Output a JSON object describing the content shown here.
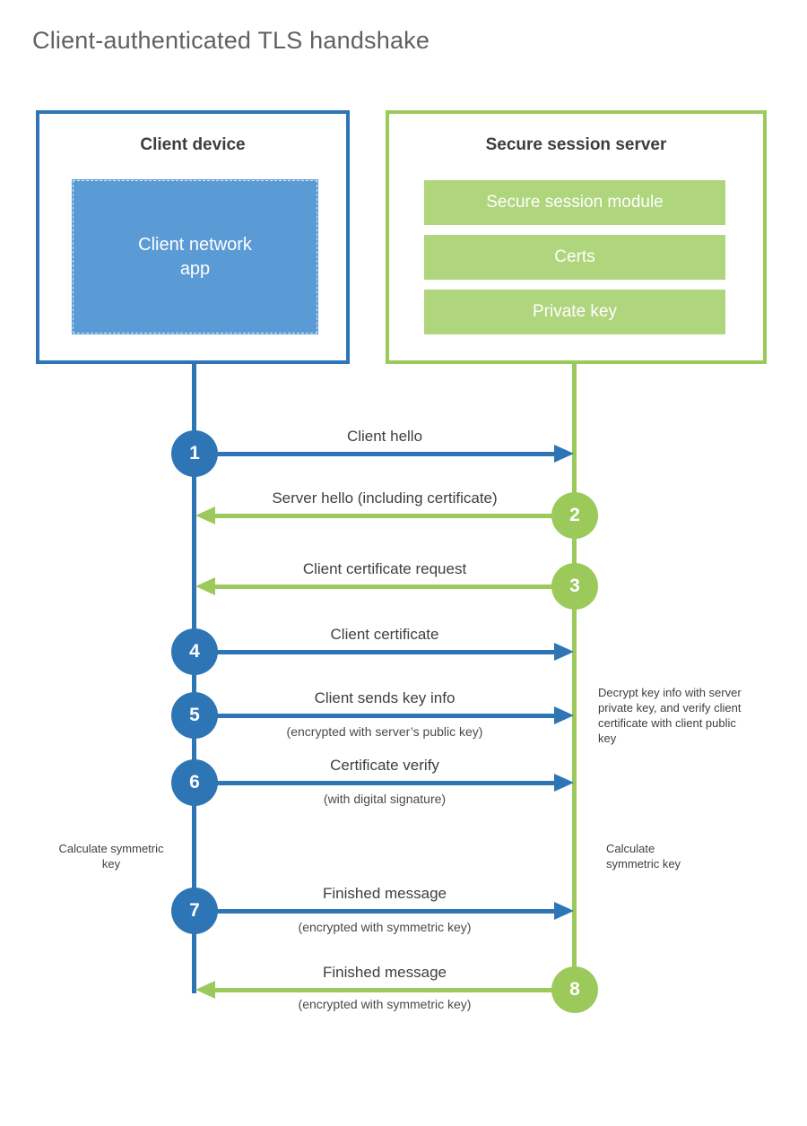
{
  "title": "Client-authenticated TLS handshake",
  "colors": {
    "blue_accent": "#2e75b6",
    "blue_fill": "#5b9bd5",
    "green_accent": "#9bca5a",
    "green_fill": "#afd57d",
    "label_text": "#3f3f3f",
    "title_text": "#616161"
  },
  "client": {
    "title": "Client device",
    "app_label": "Client network app"
  },
  "server": {
    "title": "Secure session server",
    "modules": [
      "Secure session module",
      "Certs",
      "Private key"
    ]
  },
  "messages": [
    {
      "number": "1",
      "label": "Client hello",
      "sublabel": "",
      "direction": "to_server"
    },
    {
      "number": "2",
      "label": "Server hello (including certificate)",
      "sublabel": "",
      "direction": "to_client"
    },
    {
      "number": "3",
      "label": "Client certificate request",
      "sublabel": "",
      "direction": "to_client"
    },
    {
      "number": "4",
      "label": "Client certificate",
      "sublabel": "",
      "direction": "to_server"
    },
    {
      "number": "5",
      "label": "Client sends key info",
      "sublabel": "(encrypted with server’s public key)",
      "direction": "to_server"
    },
    {
      "number": "6",
      "label": "Certificate verify",
      "sublabel": "(with digital signature)",
      "direction": "to_server"
    },
    {
      "number": "7",
      "label": "Finished message",
      "sublabel": "(encrypted with symmetric key)",
      "direction": "to_server"
    },
    {
      "number": "8",
      "label": "Finished message",
      "sublabel": "(encrypted with symmetric key)",
      "direction": "to_client"
    }
  ],
  "notes": {
    "decrypt": "Decrypt key info with server private key, and verify client certificate with client public key",
    "calc_left": "Calculate symmetric key",
    "calc_right": "Calculate symmetric key"
  }
}
